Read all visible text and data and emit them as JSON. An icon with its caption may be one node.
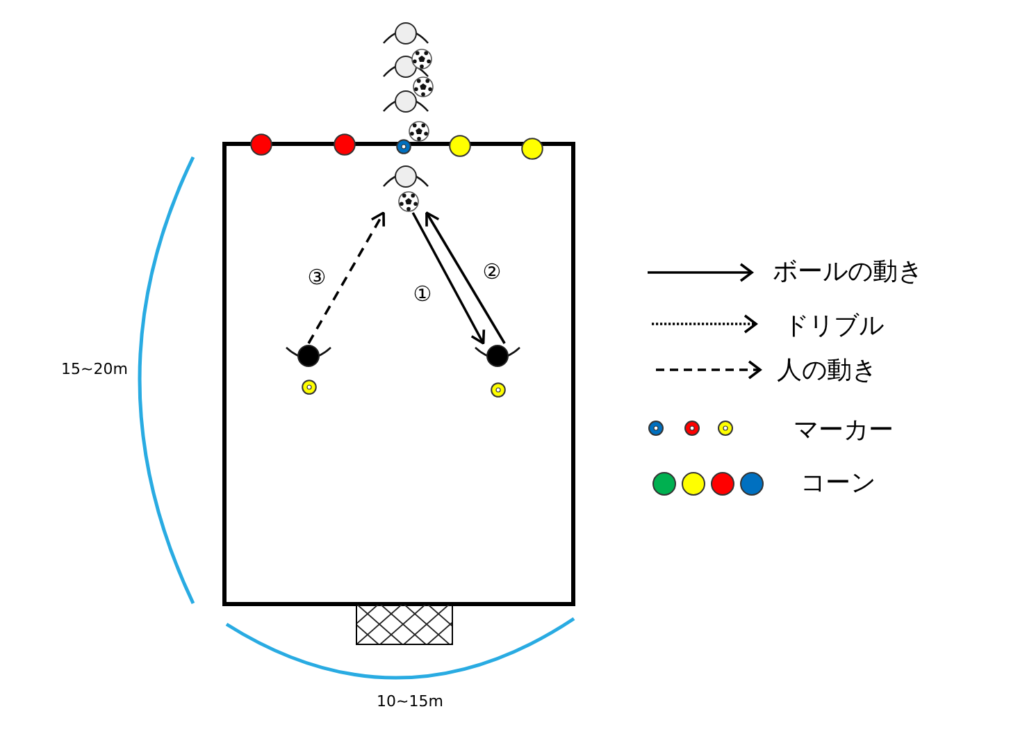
{
  "diagram": {
    "nodes": [
      {
        "text": [],
        "shape": "person"
      },
      {
        "text": [],
        "shape": "person"
      },
      {
        "text": [],
        "shape": "person"
      }
    ],
    "edges": [
      {
        "from": 0,
        "to": 2,
        "arrow": "to",
        "label": "①"
      },
      {
        "from": 2,
        "to": 0,
        "arrow": "to",
        "label": "②"
      },
      {
        "from": 1,
        "to": 0,
        "arrow": "to",
        "label": "③",
        "style": "dashed"
      }
    ],
    "labels": [
      "15~20m",
      "10~15m"
    ],
    "legend": [
      {
        "text": "ボールの動き"
      },
      {
        "text": "ドリブル"
      },
      {
        "text": "人の動き"
      },
      {
        "text": "マーカー"
      },
      {
        "text": "コーン"
      }
    ]
  }
}
